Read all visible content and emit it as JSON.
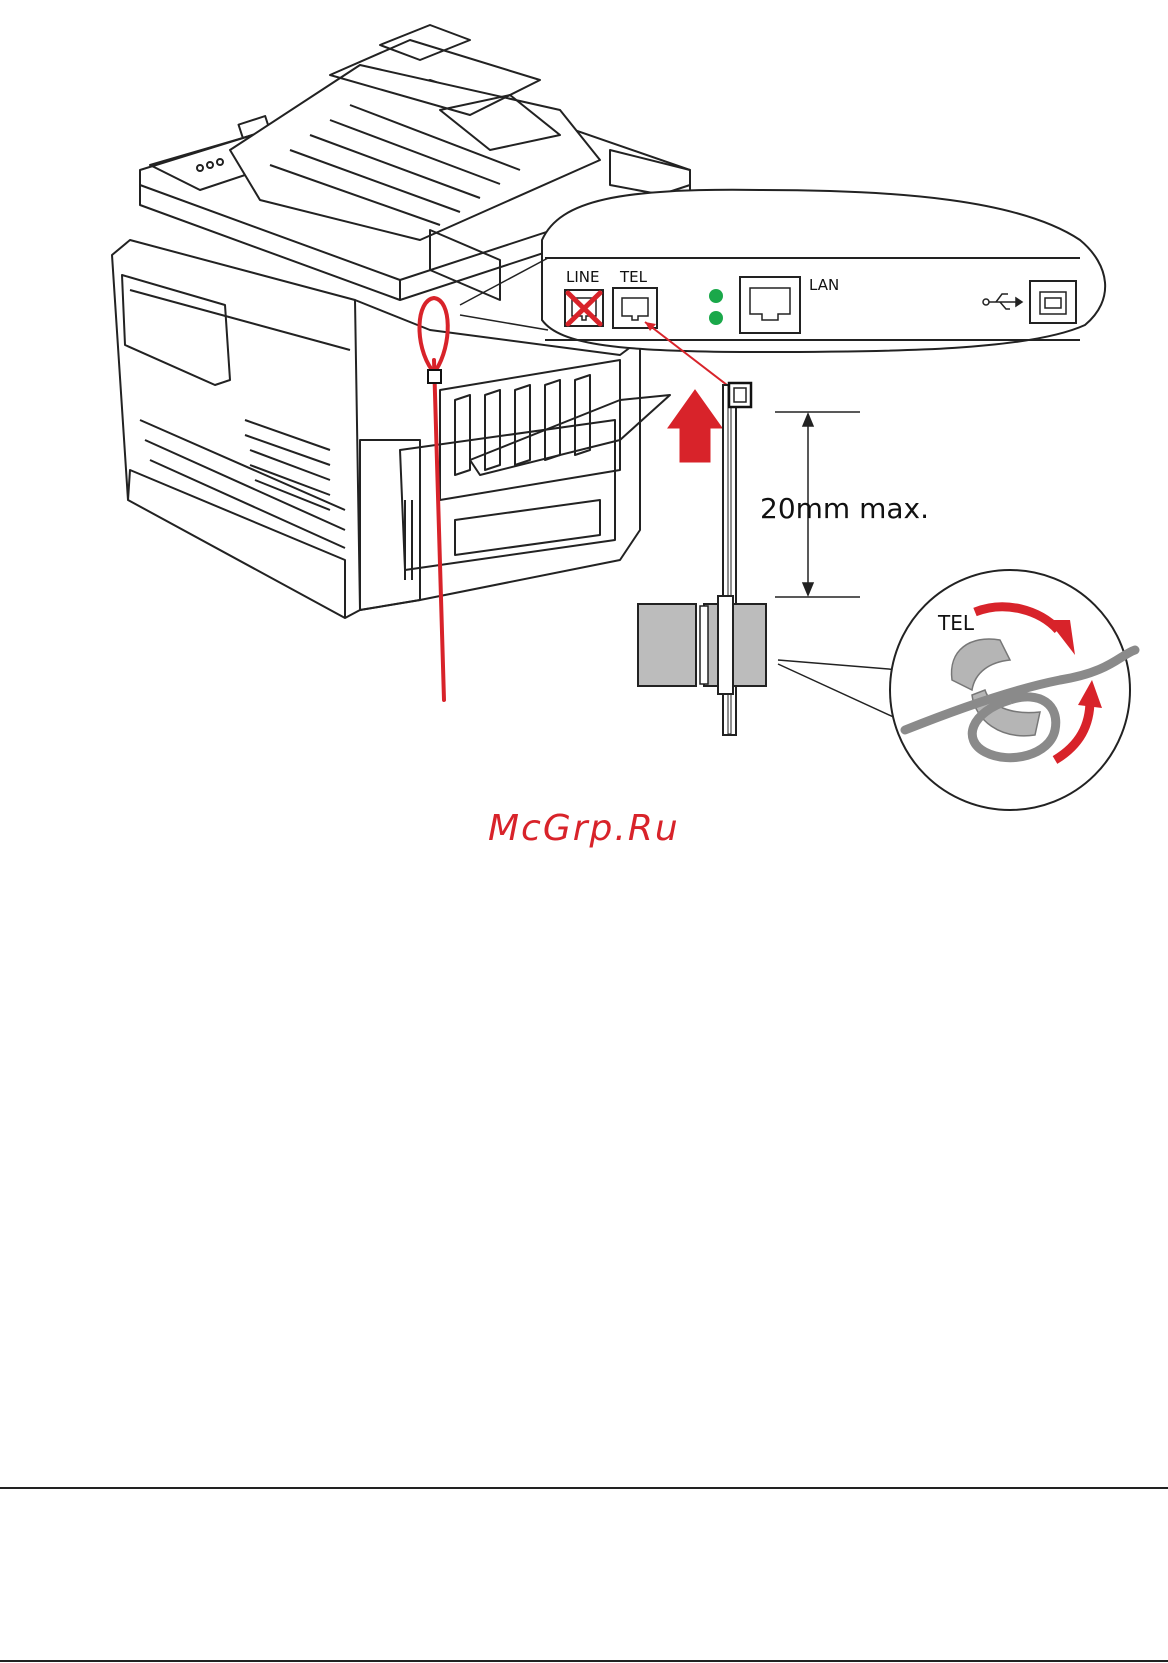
{
  "labels": {
    "line_port": "LINE",
    "tel_port": "TEL",
    "lan_port": "LAN",
    "distance": "20mm max.",
    "ferrite_tel": "TEL"
  },
  "watermark": "McGrp.Ru",
  "colors": {
    "cable": "#d8232a",
    "led": "#1aa84a",
    "lines": "#222222",
    "ferrite": "#b5b5b5"
  },
  "icons": [
    "usb-icon",
    "rj11-port-icon",
    "rj45-port-icon",
    "x-mark-icon",
    "arrow-up-icon",
    "rotate-arrow-icon"
  ]
}
